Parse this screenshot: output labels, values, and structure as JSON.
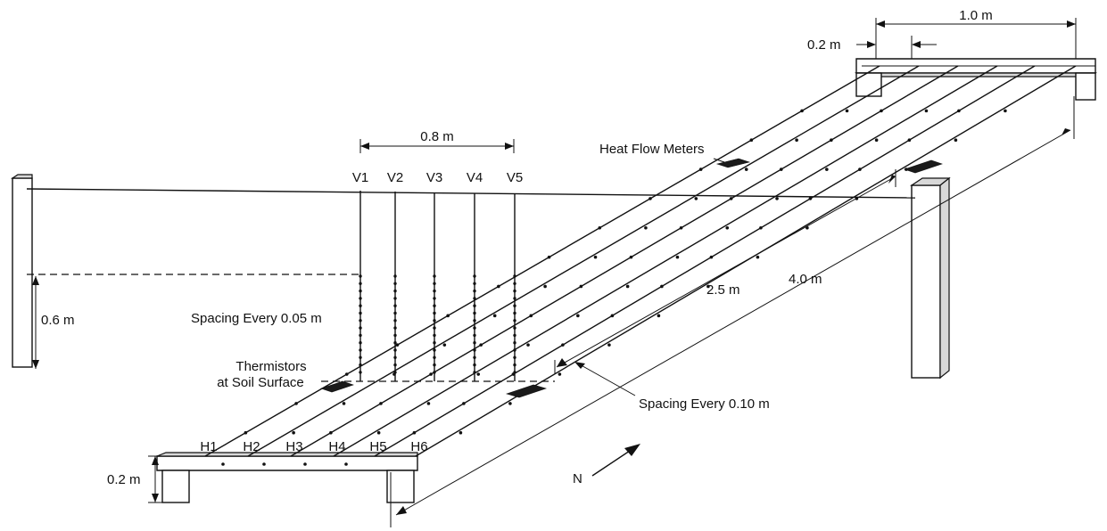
{
  "dimensions": {
    "top_width": "1.0 m",
    "top_offset": "0.2 m",
    "vertical_span": "0.8 m",
    "depth": "0.6 m",
    "frame_height": "0.2 m",
    "mid_length": "2.5 m",
    "full_length": "4.0 m"
  },
  "labels": {
    "heat_flow_meters": "Heat Flow Meters",
    "vertical_spacing": "Spacing Every 0.05 m",
    "thermistors_line1": "Thermistors",
    "thermistors_line2": "at Soil Surface",
    "horizontal_spacing": "Spacing Every 0.10 m",
    "north": "N"
  },
  "vertical_arrays": [
    "V1",
    "V2",
    "V3",
    "V4",
    "V5"
  ],
  "horizontal_arrays": [
    "H1",
    "H2",
    "H3",
    "H4",
    "H5",
    "H6"
  ]
}
